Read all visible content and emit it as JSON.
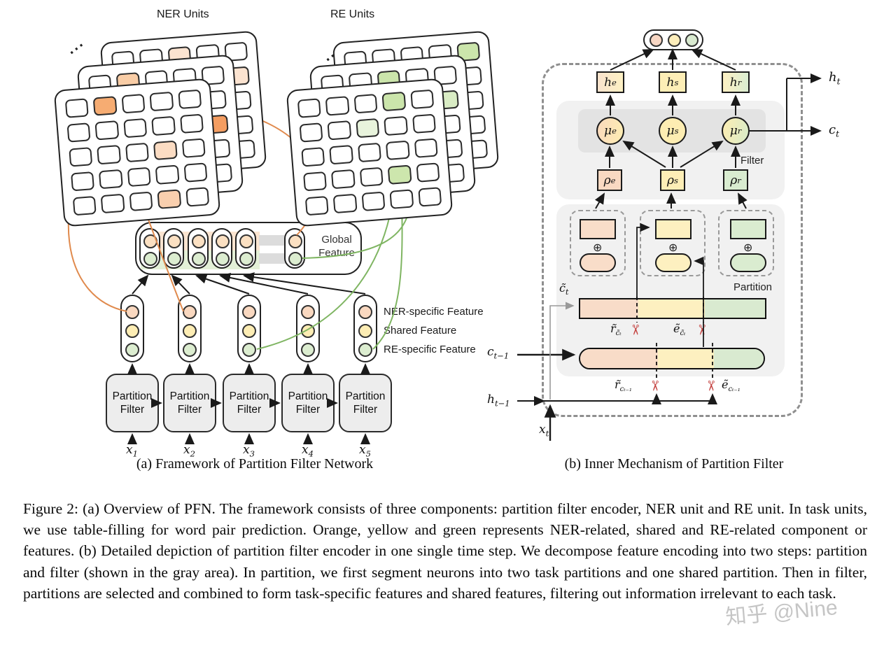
{
  "panel_a": {
    "ner_title": "NER Units",
    "re_title": "RE Units",
    "global_label_line1": "Global",
    "global_label_line2": "Feature",
    "pf_line1": "Partition",
    "pf_line2": "Filter",
    "inputs": [
      {
        "base": "x",
        "sub": "1"
      },
      {
        "base": "x",
        "sub": "2"
      },
      {
        "base": "x",
        "sub": "3"
      },
      {
        "base": "x",
        "sub": "4"
      },
      {
        "base": "x",
        "sub": "5"
      }
    ],
    "legend": [
      {
        "label": "NER-specific Feature",
        "color": "#f9d8c0"
      },
      {
        "label": "Shared Feature",
        "color": "#fdedb4"
      },
      {
        "label": "RE-specific Feature",
        "color": "#dcedd0"
      }
    ],
    "stacks": {
      "ner": {
        "cards": [
          {
            "pos": "back",
            "highlights": {
              "0,2": "#fbe3d0",
              "1,4": "#fbe3d0"
            }
          },
          {
            "pos": "middle",
            "highlights": {
              "0,1": "#f9cda6",
              "2,4": "#f49d61"
            }
          },
          {
            "pos": "front",
            "highlights": {
              "0,1": "#f6ac72",
              "2,3": "#fbdcc3",
              "4,3": "#f9cfae"
            }
          }
        ]
      },
      "re": {
        "cards": [
          {
            "pos": "back",
            "highlights": {
              "0,4": "#cbe5ab"
            }
          },
          {
            "pos": "middle",
            "highlights": {
              "0,2": "#cbe5ab",
              "1,4": "#d9ecc4"
            }
          },
          {
            "pos": "front",
            "highlights": {
              "0,3": "#cbe5ab",
              "1,2": "#e8f3dc",
              "3,3": "#cde6ad"
            }
          }
        ]
      }
    },
    "subcaption": "(a)  Framework of Partition Filter Network"
  },
  "panel_b": {
    "subcaption": "(b)  Inner Mechanism of Partition Filter",
    "filter_label": "Filter",
    "partition_label": "Partition",
    "oplus": "⊕",
    "scissors_icon": "✂",
    "h_nodes": [
      {
        "base": "h",
        "sub": "e"
      },
      {
        "base": "h",
        "sub": "s"
      },
      {
        "base": "h",
        "sub": "r"
      }
    ],
    "mu_nodes": [
      {
        "base": "μ",
        "sub": "e"
      },
      {
        "base": "μ",
        "sub": "s"
      },
      {
        "base": "μ",
        "sub": "r"
      }
    ],
    "rho_nodes": [
      {
        "base": "ρ",
        "sub": "e"
      },
      {
        "base": "ρ",
        "sub": "s"
      },
      {
        "base": "ρ",
        "sub": "r"
      }
    ],
    "out_h": {
      "base": "h",
      "sub": "t"
    },
    "out_c": {
      "base": "c",
      "sub": "t"
    },
    "ct_tilde": {
      "base": "c̃",
      "sub": "t"
    },
    "ct_prev": {
      "base": "c",
      "sub": "t−1"
    },
    "ht_prev": {
      "base": "h",
      "sub": "t−1"
    },
    "xt": {
      "base": "x",
      "sub": "t"
    },
    "cut_r_ct": {
      "base": "r̃",
      "sub": "c̃ₜ"
    },
    "cut_e_ct": {
      "base": "ẽ",
      "sub": "c̃ₜ"
    },
    "cut_r_prev": {
      "base": "r̃",
      "sub": "cₜ₋₁"
    },
    "cut_e_prev": {
      "base": "ẽ",
      "sub": "cₜ₋₁"
    }
  },
  "caption": "Figure 2:  (a) Overview of PFN. The framework consists of three components: partition filter encoder, NER unit and RE unit.  In task units, we use table-filling for word pair prediction.  Orange, yellow and green represents NER-related, shared and RE-related component or features.  (b) Detailed depiction of partition filter encoder in one single time step.  We decompose feature encoding into two steps: partition and filter (shown in the gray area). In partition, we first segment neurons into two task partitions and one shared partition.  Then in filter, partitions are selected and combined to form task-specific features and shared features, filtering out information irrelevant to each task.",
  "watermark": "知乎 @Nine",
  "colors": {
    "ner_accent": "#e08a4d",
    "re_accent": "#7fb562",
    "orange_fill": "#f9d8c0",
    "yellow_fill": "#fdedb4",
    "green_fill": "#dcedd0",
    "gray_box": "#ededed"
  }
}
